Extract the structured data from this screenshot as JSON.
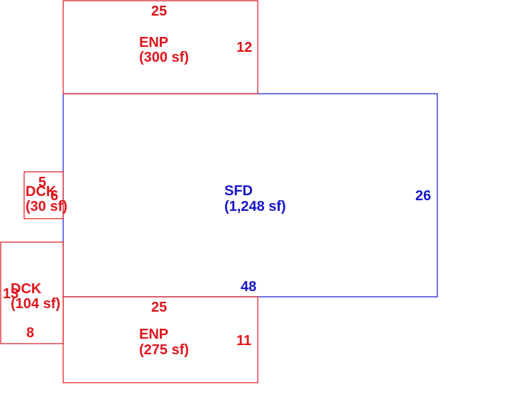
{
  "colors": {
    "addition": "#e0141b",
    "main": "#1414c8",
    "background": "#ffffff"
  },
  "areas": {
    "enp_top": {
      "code": "ENP",
      "area": "(300 sf)",
      "dims": [
        "25",
        "12"
      ]
    },
    "sfd": {
      "code": "SFD",
      "area": "(1,248 sf)",
      "dims": [
        "48",
        "26"
      ]
    },
    "dck_small": {
      "code": "DCK",
      "area": "(30 sf)",
      "dims": [
        "5",
        "6"
      ]
    },
    "dck_large": {
      "code": "DCK",
      "area": "(104 sf)",
      "dims": [
        "13",
        "8"
      ]
    },
    "enp_bottom": {
      "code": "ENP",
      "area": "(275 sf)",
      "dims": [
        "25",
        "11"
      ]
    }
  }
}
